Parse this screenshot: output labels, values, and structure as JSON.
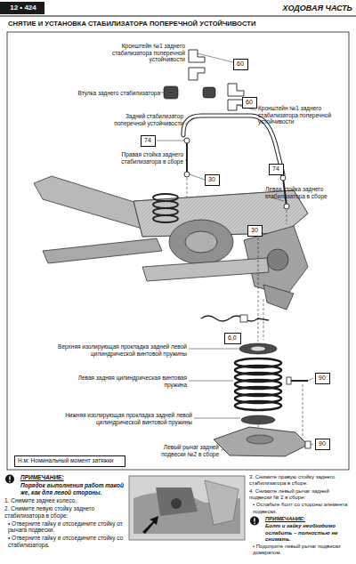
{
  "diagram": {
    "title": "СНЯТИЕ И УСТАНОВКА СТАБИЛИЗАТОРА ПОПЕРЕЧНОЙ УСТОЙЧИВОСТИ",
    "nodes": [
      {
        "text": [
          "60"
        ]
      },
      {
        "text": [
          "60"
        ]
      },
      {
        "text": [
          "74"
        ]
      },
      {
        "text": [
          "30"
        ]
      },
      {
        "text": [
          "74"
        ]
      },
      {
        "text": [
          "30"
        ]
      },
      {
        "text": [
          "6,0"
        ]
      },
      {
        "text": [
          "90"
        ]
      },
      {
        "text": [
          "90"
        ]
      },
      {
        "text": [
          "Н.м: Номинальный момент затяжки"
        ]
      }
    ],
    "labels": [
      "12 • 424",
      "ХОДОВАЯ ЧАСТЬ",
      "Кронштейн №1 заднего стабилизатора поперечной устойчивости",
      "Втулка заднего стабилизатора",
      "Кронштейн №1 заднего стабилизатора поперечной устойчивости",
      "Задний стабилизатор поперечной устойчивости",
      "Правая стойка заднего стабилизатора в сборе",
      "Левая стойка заднего стабилизатора в сборе",
      "Верхняя изолирующая прокладка задней левой цилиндрической винтовой пружины",
      "Левая задняя цилиндрическая винтовая пружина",
      "Нижняя изолирующая прокладка задней левой цилиндрической винтовой пружины",
      "Левый рычаг задней подвески №2 в сборе",
      "ПРИМЕЧАНИЕ:",
      "Порядок выполнения работ такой же, как для левой стороны.",
      "1. Снимите заднее колесо.",
      "2. Снимите левую стойку заднего стабилизатора в сборе:",
      "• Отверните гайку и отсоедините стойку от рычага подвески.",
      "• Отверните гайку и отсоедините стойку со стабилизатора.",
      "3. Снимите правую стойку заднего стабилизатора в сборе.",
      "4. Снимите левый рычаг задней подвески № 2 в сборе:",
      "• Ослабьте болт со стороны элемента подвески.",
      "ПРИМЕЧАНИЕ:",
      "Болт и гайку необходимо ослабить – полностью не снимать.",
      "• Подоприте левый рычаг подвески домкратом."
    ]
  }
}
